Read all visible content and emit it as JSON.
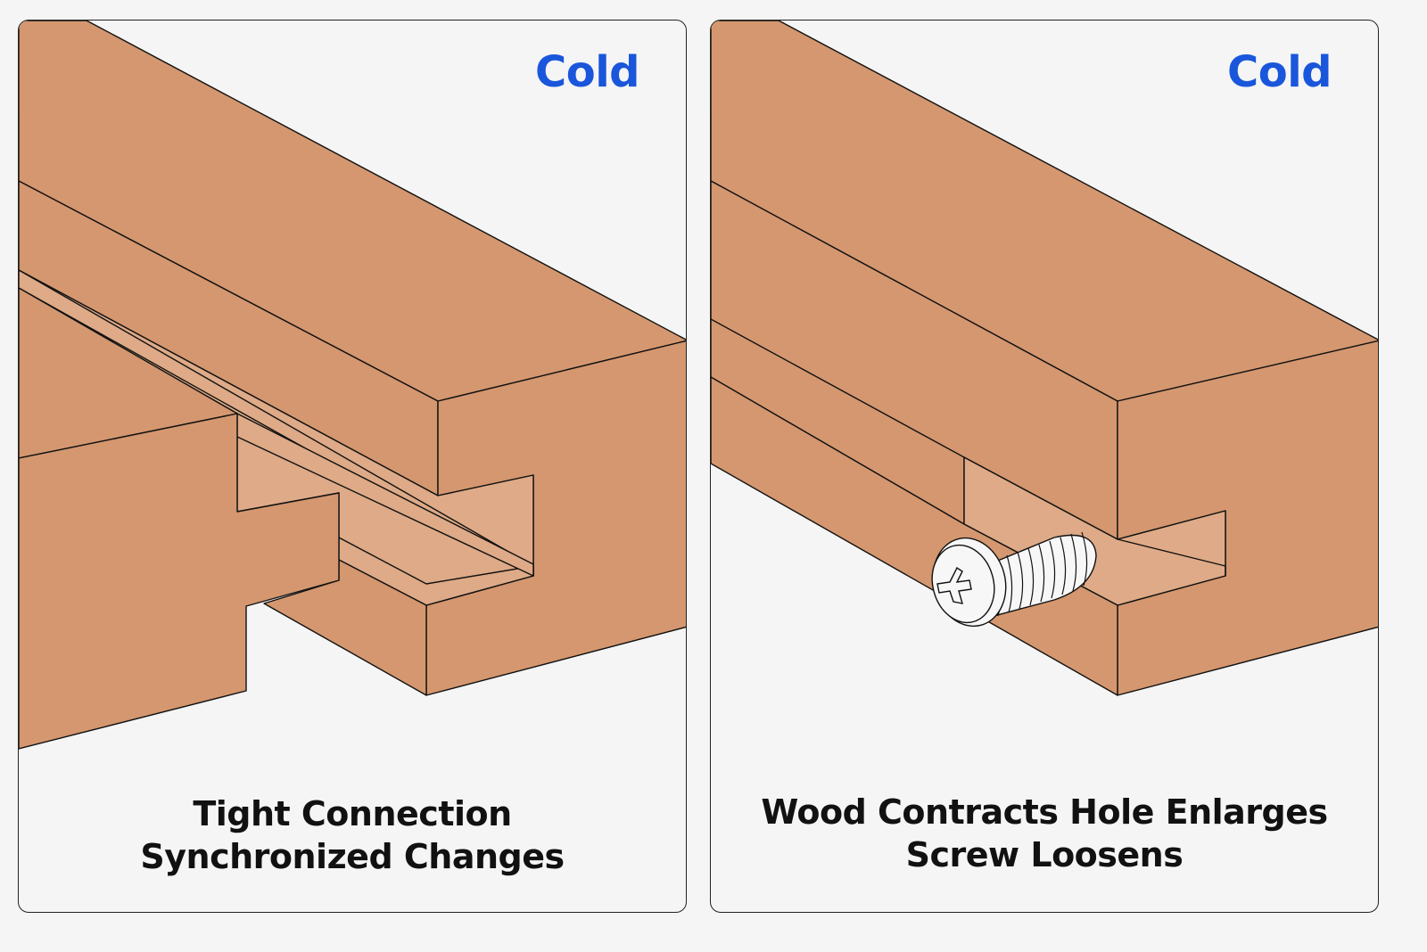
{
  "colors": {
    "wood": "#d4976f",
    "wood_light": "#deaa87",
    "outline": "#111111",
    "label": "#1a56db",
    "background": "#f5f5f5"
  },
  "left_panel": {
    "state_label": "Cold",
    "caption_lines": [
      "Tight Connection",
      "Synchronized Changes"
    ]
  },
  "right_panel": {
    "state_label": "Cold",
    "caption_lines": [
      "Wood Contracts Hole Enlarges",
      "Screw Loosens"
    ],
    "icon": "phillips-screw-icon"
  }
}
